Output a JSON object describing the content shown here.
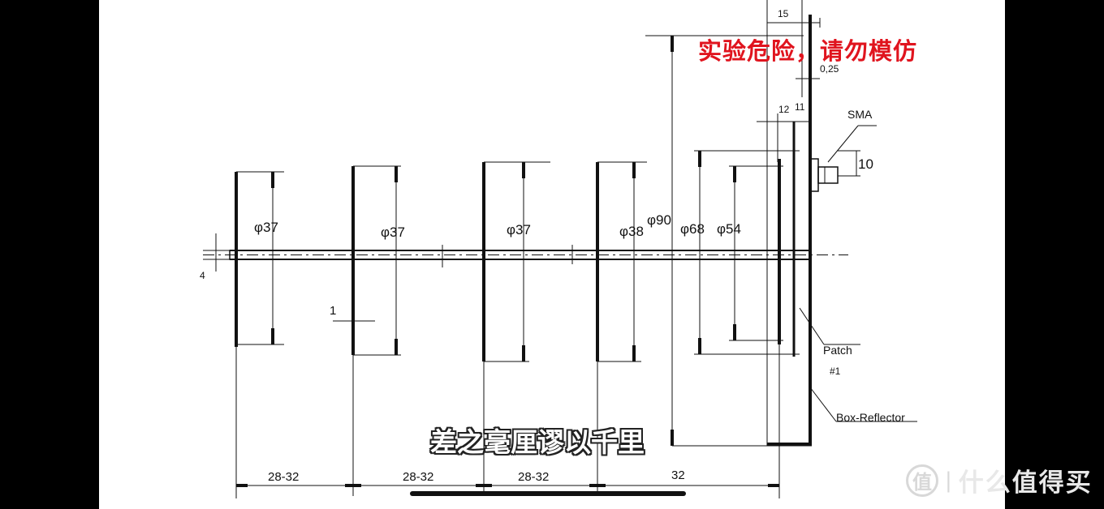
{
  "overlay": {
    "warning_text": "实验危险，请勿模仿",
    "subtitle": "差之毫厘谬以千里",
    "watermark": {
      "logo_glyph": "值",
      "separator": "|",
      "text": "什么值得买"
    }
  },
  "drawing": {
    "element_diameters": [
      "37",
      "37",
      "37",
      "38"
    ],
    "reflector_diameters": [
      "90",
      "68",
      "54"
    ],
    "spacing_labels": [
      "28-32",
      "28-32",
      "28-32",
      "32"
    ],
    "boom_thickness": "4",
    "element_thickness": "1",
    "top_dims": {
      "width": "15",
      "gap": "0,25",
      "d1": "12",
      "d2": "11"
    },
    "connector": {
      "label": "SMA",
      "size": "10"
    },
    "callouts": {
      "patch": "Patch",
      "patch_num": "#1",
      "reflector": "Box-Reflector"
    },
    "diameter_symbol": "φ",
    "colors": {
      "warning": "#e0141e",
      "line": "#111111",
      "sheet": "#ffffff"
    }
  }
}
